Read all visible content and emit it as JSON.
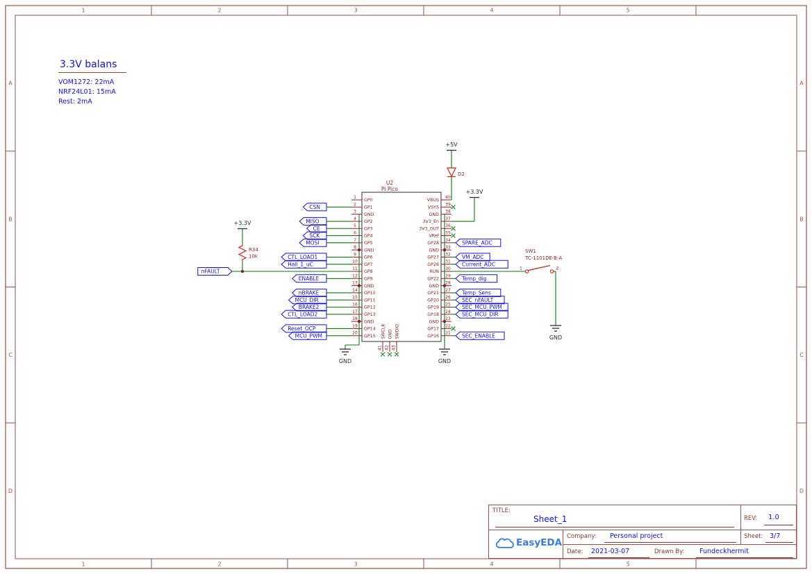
{
  "sheet": {
    "cols": [
      "1",
      "2",
      "3",
      "4",
      "5"
    ],
    "rows": [
      "A",
      "B",
      "C",
      "D"
    ]
  },
  "notes": {
    "title": "3.3V balans",
    "lines": [
      "VOM1272: 22mA",
      "NRF24L01: 15mA",
      "Rest: 2mA"
    ]
  },
  "chip": {
    "ref": "U2",
    "value": "Pi Pico",
    "left_pins": [
      {
        "num": "1",
        "name": "GP0"
      },
      {
        "num": "2",
        "name": "GP1",
        "flag": "CSN"
      },
      {
        "num": "3",
        "name": "GND",
        "gnd": true
      },
      {
        "num": "4",
        "name": "GP2",
        "flag": "MISO"
      },
      {
        "num": "5",
        "name": "GP3",
        "flag": "CE"
      },
      {
        "num": "6",
        "name": "GP4",
        "flag": "SCK"
      },
      {
        "num": "7",
        "name": "GP5",
        "flag": "MOSI"
      },
      {
        "num": "8",
        "name": "GND",
        "gnd": true
      },
      {
        "num": "9",
        "name": "GP6",
        "flag": "CTL_LOAD1"
      },
      {
        "num": "10",
        "name": "GP7",
        "flag": "Hall_1_uC"
      },
      {
        "num": "11",
        "name": "GP8",
        "flag": "nFAULT",
        "special": "nfault"
      },
      {
        "num": "12",
        "name": "GP9",
        "flag": "ENABLE"
      },
      {
        "num": "13",
        "name": "GND",
        "gnd": true
      },
      {
        "num": "14",
        "name": "GP10",
        "flag": "nBRAKE"
      },
      {
        "num": "15",
        "name": "GP11",
        "flag": "MCU_DIR"
      },
      {
        "num": "16",
        "name": "GP12",
        "flag": "BRAKE2"
      },
      {
        "num": "17",
        "name": "GP13",
        "flag": "CTL_LOAD2"
      },
      {
        "num": "18",
        "name": "GND",
        "gnd": true
      },
      {
        "num": "19",
        "name": "GP14",
        "flag": "Reset_OCP"
      },
      {
        "num": "20",
        "name": "GP15",
        "flag": "MCU_PWM"
      }
    ],
    "right_pins": [
      {
        "num": "40",
        "name": "VBUS",
        "special": "v5"
      },
      {
        "num": "39",
        "name": "VSYS",
        "nc": true
      },
      {
        "num": "38",
        "name": "GND",
        "gnd": true
      },
      {
        "num": "37",
        "name": "3V3_En",
        "special": "v33"
      },
      {
        "num": "36",
        "name": "3V3_OUT",
        "nc": true
      },
      {
        "num": "35",
        "name": "VRef",
        "nc": true
      },
      {
        "num": "34",
        "name": "GP28",
        "flag": "SPARE_ADC"
      },
      {
        "num": "33",
        "name": "GND",
        "gnd": true
      },
      {
        "num": "32",
        "name": "GP27",
        "flag": "VM_ADC"
      },
      {
        "num": "31",
        "name": "GP26",
        "flag": "Current_ADC"
      },
      {
        "num": "30",
        "name": "RUN",
        "special": "switch"
      },
      {
        "num": "29",
        "name": "GP22",
        "flag": "Temp_dig"
      },
      {
        "num": "28",
        "name": "GND",
        "gnd": true
      },
      {
        "num": "27",
        "name": "GP21",
        "flag": "Temp_Sens"
      },
      {
        "num": "26",
        "name": "GP20",
        "flag": "SEC_nFAULT"
      },
      {
        "num": "25",
        "name": "GP19",
        "flag": "SEC_MCU_PWM"
      },
      {
        "num": "24",
        "name": "GP18",
        "flag": "SEC_MCU_DIR"
      },
      {
        "num": "23",
        "name": "GND",
        "gnd": true
      },
      {
        "num": "22",
        "name": "GP17",
        "nc": true
      },
      {
        "num": "21",
        "name": "GP16",
        "flag": "SEC_ENABLE"
      }
    ],
    "bottom_pins": [
      {
        "num": "41",
        "name": "SWCLK"
      },
      {
        "num": "42",
        "name": "GND"
      },
      {
        "num": "43",
        "name": "SWDIO"
      }
    ]
  },
  "power": {
    "p5": "+5V",
    "p33": "+3.3V",
    "gnd": "GND"
  },
  "components": {
    "diode": {
      "ref": "D2"
    },
    "resistor": {
      "ref": "R34",
      "value": "10k"
    },
    "switch": {
      "ref": "SW1",
      "value": "TC-1101DE-B-A",
      "pin1": "1",
      "pin2": "2"
    }
  },
  "title_block": {
    "title_label": "TITLE:",
    "title": "Sheet_1",
    "rev_label": "REV:",
    "rev": "1.0",
    "company_label": "Company:",
    "company": "Personal project",
    "sheet_label": "Sheet:",
    "sheet": "3/7",
    "date_label": "Date:",
    "date": "2021-03-07",
    "drawn_label": "Drawn By:",
    "drawn_by": "Fundeckhermit",
    "logo_text": "EasyEDA"
  },
  "colors": {
    "wire": "#0e7a0e",
    "frame": "#9a5048",
    "component": "#c02a1e",
    "label": "#8b2020",
    "net": "#1414cc",
    "dark": "#2b2b2b",
    "nc": "#2f8f2f",
    "dot": "#8b1a1a",
    "logo": "#3b7dd8"
  }
}
